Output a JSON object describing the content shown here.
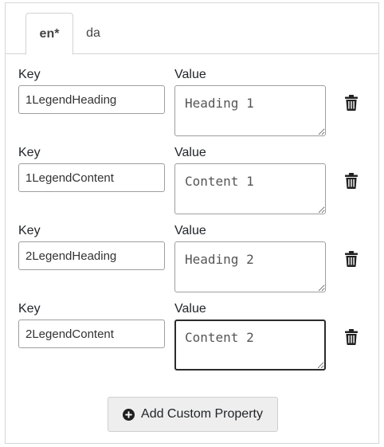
{
  "tabs": [
    {
      "label": "en*",
      "active": true
    },
    {
      "label": "da",
      "active": false
    }
  ],
  "properties": [
    {
      "key_label": "Key",
      "value_label": "Value",
      "key": "1LegendHeading",
      "value": "Heading 1"
    },
    {
      "key_label": "Key",
      "value_label": "Value",
      "key": "1LegendContent",
      "value": "Content 1"
    },
    {
      "key_label": "Key",
      "value_label": "Value",
      "key": "2LegendHeading",
      "value": "Heading 2"
    },
    {
      "key_label": "Key",
      "value_label": "Value",
      "key": "2LegendContent",
      "value": "Content 2"
    }
  ],
  "add_button": {
    "label": "Add Custom Property",
    "icon": "plus-circle-icon"
  },
  "row_icon": "trash-icon"
}
